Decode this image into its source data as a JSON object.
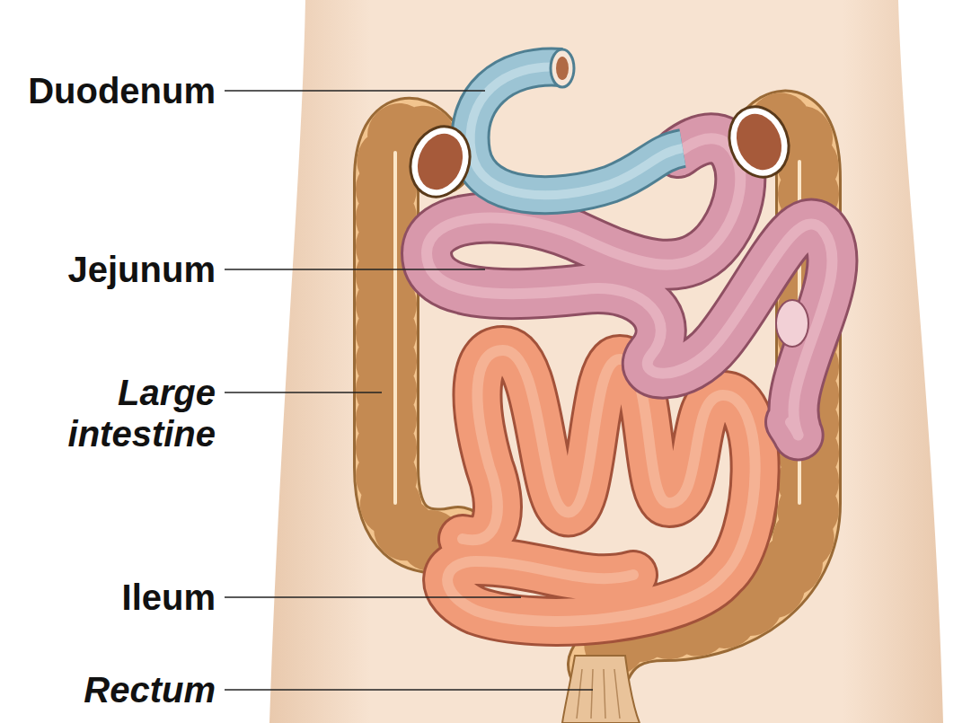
{
  "diagram": {
    "labels": [
      "Duodenum",
      "Jejunum",
      "Large intestine",
      "Ileum",
      "Rectum"
    ]
  }
}
